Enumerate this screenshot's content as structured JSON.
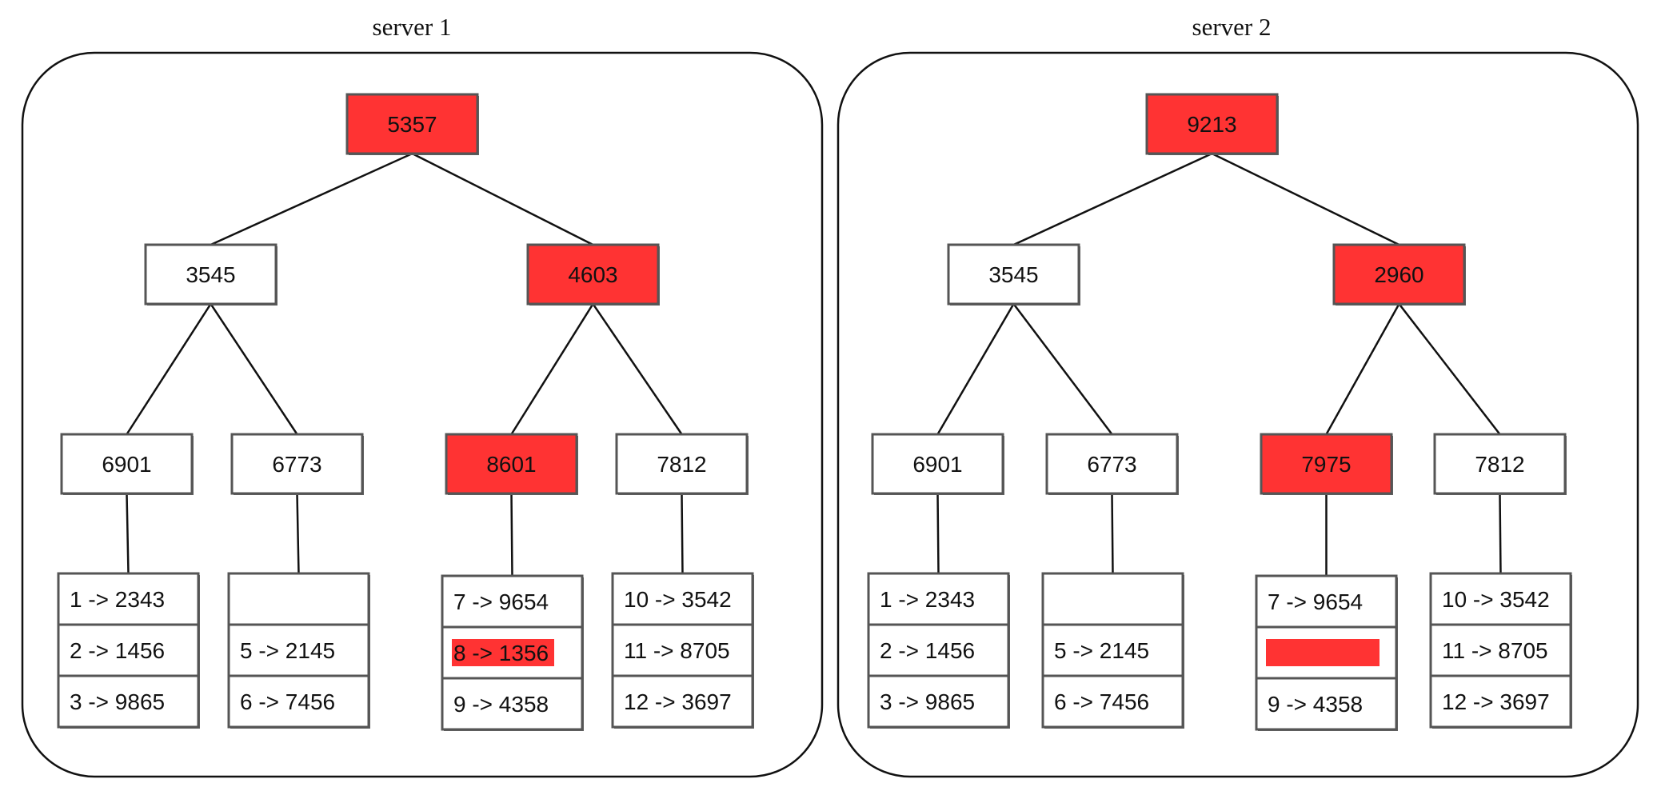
{
  "colors": {
    "highlight": "#ff3333",
    "normal_fill": "#ffffff",
    "border": "#555555",
    "edge": "#111111",
    "text": "#111111"
  },
  "servers": [
    {
      "title": "server 1",
      "root": {
        "label": "5357",
        "highlight": true
      },
      "level1": [
        {
          "label": "3545",
          "highlight": false
        },
        {
          "label": "4603",
          "highlight": true
        }
      ],
      "level2": [
        {
          "label": "6901",
          "highlight": false
        },
        {
          "label": "6773",
          "highlight": false
        },
        {
          "label": "8601",
          "highlight": true
        },
        {
          "label": "7812",
          "highlight": false
        }
      ],
      "leaves": [
        [
          {
            "text": "1 -> 2343"
          },
          {
            "text": "2 -> 1456"
          },
          {
            "text": "3 -> 9865"
          }
        ],
        [
          {
            "text": ""
          },
          {
            "text": "5 -> 2145"
          },
          {
            "text": "6 -> 7456"
          }
        ],
        [
          {
            "text": "7 -> 9654"
          },
          {
            "text": "8 -> 1356",
            "highlight": true
          },
          {
            "text": "9 -> 4358"
          }
        ],
        [
          {
            "text": "10 -> 3542"
          },
          {
            "text": "11 -> 8705"
          },
          {
            "text": "12 -> 3697"
          }
        ]
      ]
    },
    {
      "title": "server 2",
      "root": {
        "label": "9213",
        "highlight": true
      },
      "level1": [
        {
          "label": "3545",
          "highlight": false
        },
        {
          "label": "2960",
          "highlight": true
        }
      ],
      "level2": [
        {
          "label": "6901",
          "highlight": false
        },
        {
          "label": "6773",
          "highlight": false
        },
        {
          "label": "7975",
          "highlight": true
        },
        {
          "label": "7812",
          "highlight": false
        }
      ],
      "leaves": [
        [
          {
            "text": "1 -> 2343"
          },
          {
            "text": "2 -> 1456"
          },
          {
            "text": "3 -> 9865"
          }
        ],
        [
          {
            "text": ""
          },
          {
            "text": "5 -> 2145"
          },
          {
            "text": "6 -> 7456"
          }
        ],
        [
          {
            "text": "7 -> 9654"
          },
          {
            "text": "",
            "highlight": true
          },
          {
            "text": "9 -> 4358"
          }
        ],
        [
          {
            "text": "10 -> 3542"
          },
          {
            "text": "11 -> 8705"
          },
          {
            "text": "12 -> 3697"
          }
        ]
      ]
    }
  ]
}
